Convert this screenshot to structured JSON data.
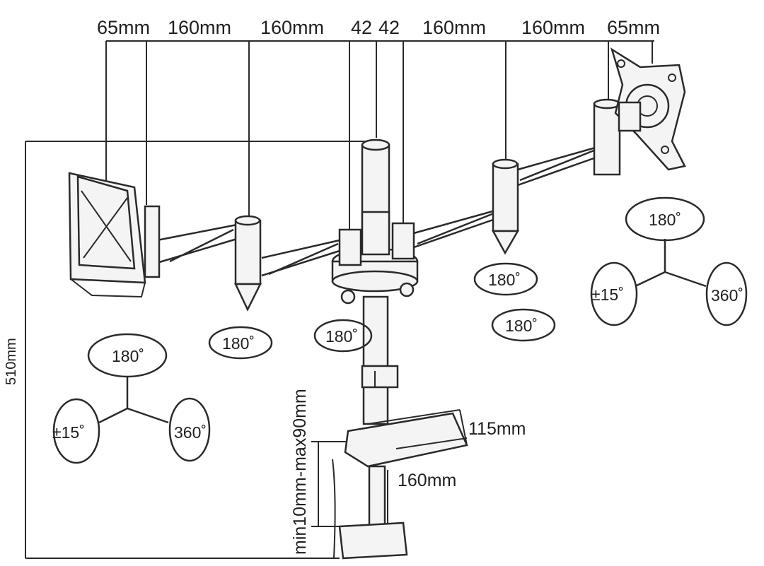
{
  "top_dimensions": [
    {
      "id": "d1",
      "text": "65mm"
    },
    {
      "id": "d2",
      "text": "160mm"
    },
    {
      "id": "d3",
      "text": "160mm"
    },
    {
      "id": "d4",
      "text": "42"
    },
    {
      "id": "d5",
      "text": "42"
    },
    {
      "id": "d6",
      "text": "160mm"
    },
    {
      "id": "d7",
      "text": "160mm"
    },
    {
      "id": "d8",
      "text": "65mm"
    }
  ],
  "height_dimension": "510mm",
  "clamp_thickness": "min10mm-max90mm",
  "clamp_depth": "115mm",
  "clamp_width": "160mm",
  "rotation_labels": {
    "left_tilt_up": "180˚",
    "left_tilt": "±15˚",
    "left_rotate": "360˚",
    "right_tilt_up": "180˚",
    "right_tilt": "±15˚",
    "right_rotate": "360˚",
    "joint_left": "180˚",
    "joint_center": "180˚",
    "joint_right_upper": "180˚",
    "joint_right_lower": "180˚"
  },
  "colors": {
    "line": "#2a2a2a",
    "part_fill": "#f4f4f4",
    "background": "#ffffff"
  }
}
